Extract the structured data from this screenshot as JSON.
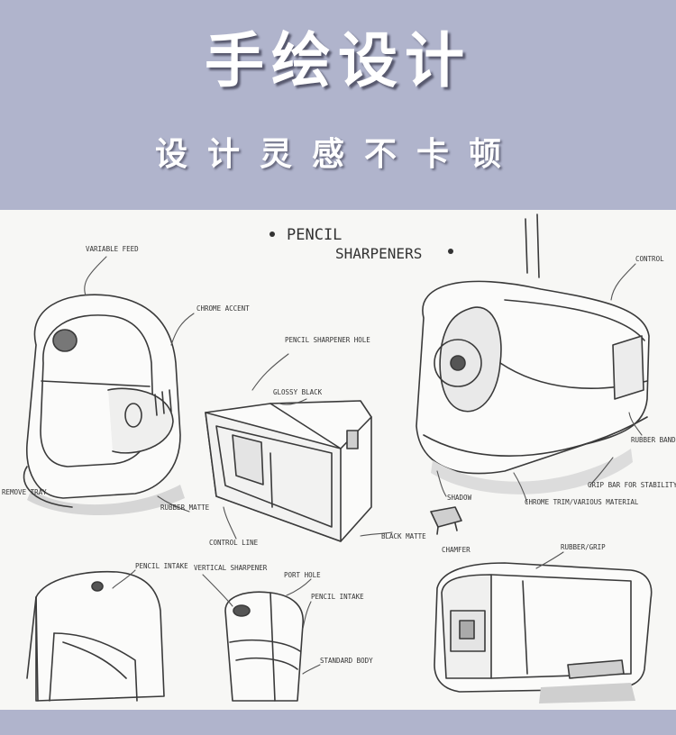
{
  "header": {
    "title": "手绘设计",
    "subtitle": "设计灵感不卡顿"
  },
  "sketch": {
    "heading_line1": "PENCIL",
    "heading_line2": "SHARPENERS",
    "annotations": {
      "variable_feed": "VARIABLE FEED",
      "chrome_accent": "CHROME ACCENT",
      "pencil_sharpener_hole": "PENCIL SHARPENER HOLE",
      "glossy_black": "GLOSSY BLACK",
      "rubber_matte": "RUBBER MATTE",
      "remove_tray": "REMOVE TRAY",
      "control_line": "CONTROL LINE",
      "shadow": "SHADOW",
      "black_matte": "BLACK MATTE",
      "chamfer": "CHAMFER",
      "chrome_trim": "CHROME TRIM/VARIOUS MATERIAL",
      "grip_bar": "GRIP BAR FOR STABILITY",
      "rubber_grip": "RUBBER/GRIP",
      "pencil_intake": "PENCIL INTAKE",
      "vertical_sharpener": "VERTICAL SHARPENER",
      "port_hole": "PORT HOLE",
      "pencil_intake_2": "PENCIL INTAKE",
      "standard_body": "STANDARD BODY",
      "control": "CONTROL",
      "rubber_band": "RUBBER BAND"
    }
  }
}
